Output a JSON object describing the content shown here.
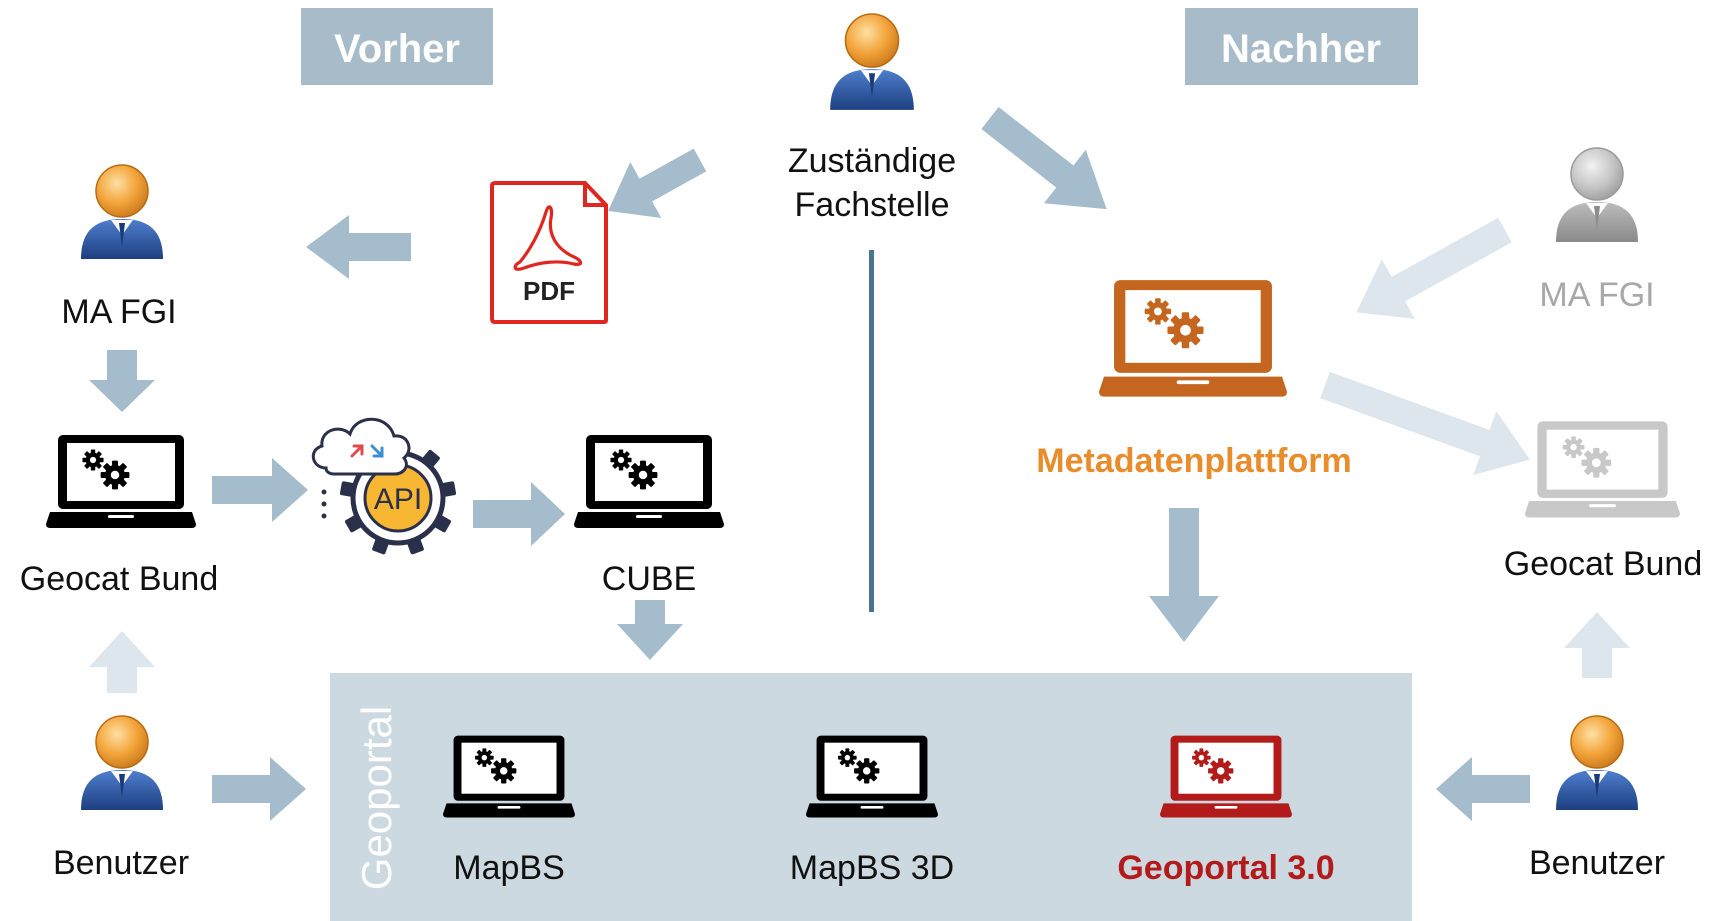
{
  "headers": {
    "before": "Vorher",
    "after": "Nachher"
  },
  "nodes": {
    "fachstelle": [
      "Zuständige",
      "Fachstelle"
    ],
    "pdf": "PDF",
    "api": "API",
    "ma_fgi_left": "MA FGI",
    "geocat_left": "Geocat Bund",
    "cube": "CUBE",
    "benutzer_left": "Benutzer",
    "metadatenplattform": "Metadatenplattform",
    "ma_fgi_right": "MA FGI",
    "geocat_right": "Geocat Bund",
    "benutzer_right": "Benutzer"
  },
  "geoportal": {
    "panel_label": "Geoportal",
    "apps": [
      "MapBS",
      "MapBS 3D",
      "Geoportal 3.0"
    ]
  },
  "colors": {
    "header_bg": "#a7bbc8",
    "arrow": "#a4bccb",
    "arrow_faded": "#dde6ec",
    "panel_bg": "#cdd9e1",
    "divider": "#4a7590",
    "accent_orange": "#e98c2b",
    "laptop_orange": "#c4661f",
    "accent_red": "#b31b1b",
    "pdf_red": "#e0271f",
    "faded_gray": "#a8a8a8",
    "user_face": "#f3a43a",
    "user_body": "#2f5aa8"
  },
  "icons": {
    "person": "user-icon",
    "laptop": "laptop-gears-icon",
    "pdf": "pdf-file-icon",
    "api": "cloud-api-gear-icon"
  }
}
